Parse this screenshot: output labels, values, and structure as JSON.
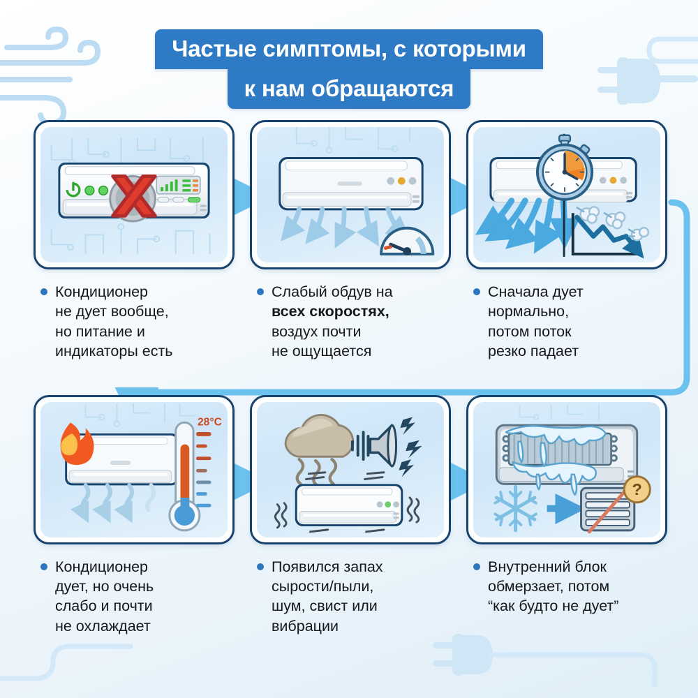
{
  "title": {
    "line1": "Частые симптомы, с которыми",
    "line2": "к нам обращаются",
    "bg_color": "#2e7ac4",
    "text_color": "#ffffff"
  },
  "theme": {
    "accent": "#2d76bd",
    "card_border": "#17446e",
    "card_fill": "#d3e9f9",
    "connector": "#6cc2ee",
    "text": "#16181c"
  },
  "cards": [
    {
      "id": "no-airflow-at-all",
      "caption_line1": "Кондиционер",
      "caption_rest": "не дует вообще,\nно питание и\nиндикаторы есть",
      "caption_bold": "",
      "art": "ac-unit-fan-blocked",
      "icons": [
        "power-icon",
        "indicator-led",
        "fan-icon",
        "red-cross-icon",
        "display-panel",
        "circuit-pattern"
      ],
      "labels": []
    },
    {
      "id": "weak-airflow-all-speeds",
      "caption_line1": "Слабый обдув на",
      "caption_bold": "всех скоростях,",
      "caption_rest": "воздух почти\nне ощущается",
      "art": "ac-unit-weak-flow-gauge",
      "icons": [
        "ac-unit-icon",
        "airflow-arrow",
        "gauge-icon"
      ],
      "labels": []
    },
    {
      "id": "flow-drops-over-time",
      "caption_line1": "Сначала дует",
      "caption_rest": "нормально,\nпотом поток\nрезко падает",
      "caption_bold": "",
      "art": "ac-unit-stopwatch-declining-chart",
      "icons": [
        "stopwatch-icon",
        "airflow-arrow",
        "declining-chart-icon",
        "puff-icon"
      ],
      "labels": []
    },
    {
      "id": "blows-weak-no-cooling",
      "caption_line1": "Кондиционер",
      "caption_rest": "дует, но очень\nслабо и почти\nне охлаждает",
      "caption_bold": "",
      "art": "ac-unit-flame-thermometer",
      "icons": [
        "flame-icon",
        "ac-unit-icon",
        "thermometer-icon",
        "wavy-airflow-arrow"
      ],
      "labels": [
        "28°C"
      ],
      "temperature": "28°C"
    },
    {
      "id": "smell-noise-vibration",
      "caption_line1": "Появился запах",
      "caption_rest": "сырости/пыли,\nшум, свист или\nвибрации",
      "caption_bold": "",
      "art": "dust-cloud-speaker-vibrating-ac",
      "icons": [
        "dust-cloud-icon",
        "speaker-icon",
        "sound-wave-icon",
        "lightning-bolt-icon",
        "vibration-line-icon"
      ],
      "labels": []
    },
    {
      "id": "indoor-unit-freezing",
      "caption_line1": "Внутренний блок",
      "caption_rest": "обмерзает, потом\n“как будто не дует”",
      "caption_bold": "",
      "art": "frozen-evaporator-coil",
      "icons": [
        "frozen-coil-icon",
        "icicle-icon",
        "snowflake-icon",
        "arrow-right-icon",
        "blocked-grille-icon",
        "question-mark-icon"
      ],
      "labels": []
    }
  ],
  "decorations": {
    "wind_swirls_top_left": "wind-swirl-icon",
    "plug_top_right": "power-plug-icon",
    "plug_bottom_center": "power-plug-icon",
    "flow_connectors": "arrow-right-icon"
  }
}
